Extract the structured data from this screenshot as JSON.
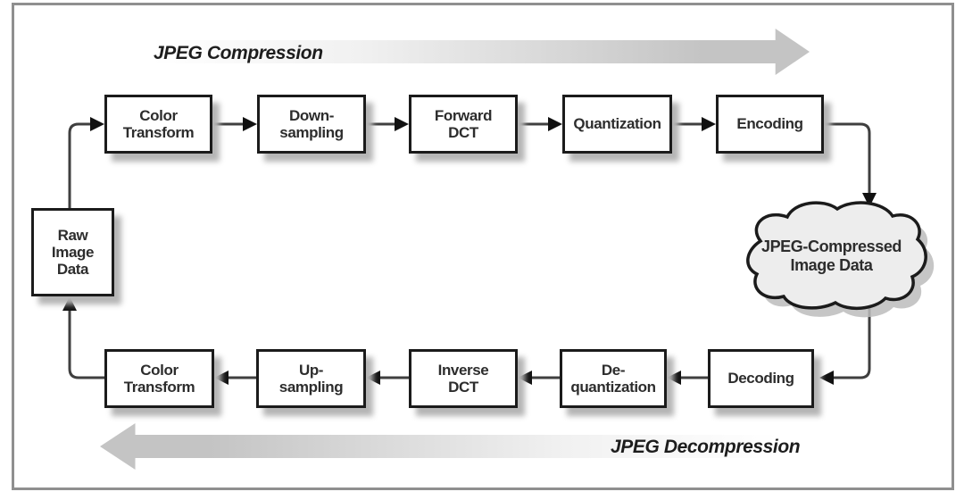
{
  "titles": {
    "compression": "JPEG Compression",
    "decompression": "JPEG Decompression"
  },
  "nodes": {
    "raw": "Raw\nImage\nData",
    "cloud": "JPEG-Compressed\nImage Data",
    "top": [
      "Color\nTransform",
      "Down-\nsampling",
      "Forward\nDCT",
      "Quantization",
      "Encoding"
    ],
    "bottom": [
      "Color\nTransform",
      "Up-\nsampling",
      "Inverse\nDCT",
      "De-\nquantization",
      "Decoding"
    ]
  },
  "colors": {
    "box_border": "#1b1b1b",
    "box_fill": "#ffffff",
    "box_shadow": "#b5b5b5",
    "connector": "#3f3f3f",
    "arrowhead": "#111111",
    "flow_arrow": "#c4c4c4",
    "frame_border": "#8f8f8f",
    "cloud_fill": "#ededed",
    "text": "#2d2d2d"
  }
}
